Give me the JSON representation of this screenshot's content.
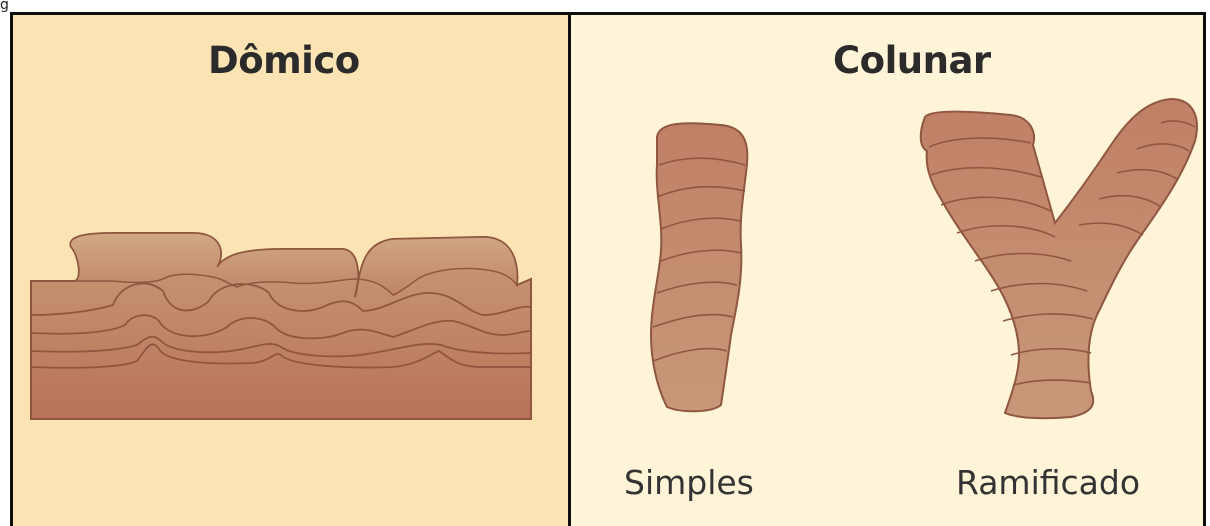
{
  "corner_label": "g",
  "left_panel": {
    "title": "Dômico"
  },
  "right_panel": {
    "title": "Colunar",
    "captions": {
      "simple": "Simples",
      "branched": "Ramificado"
    }
  }
}
